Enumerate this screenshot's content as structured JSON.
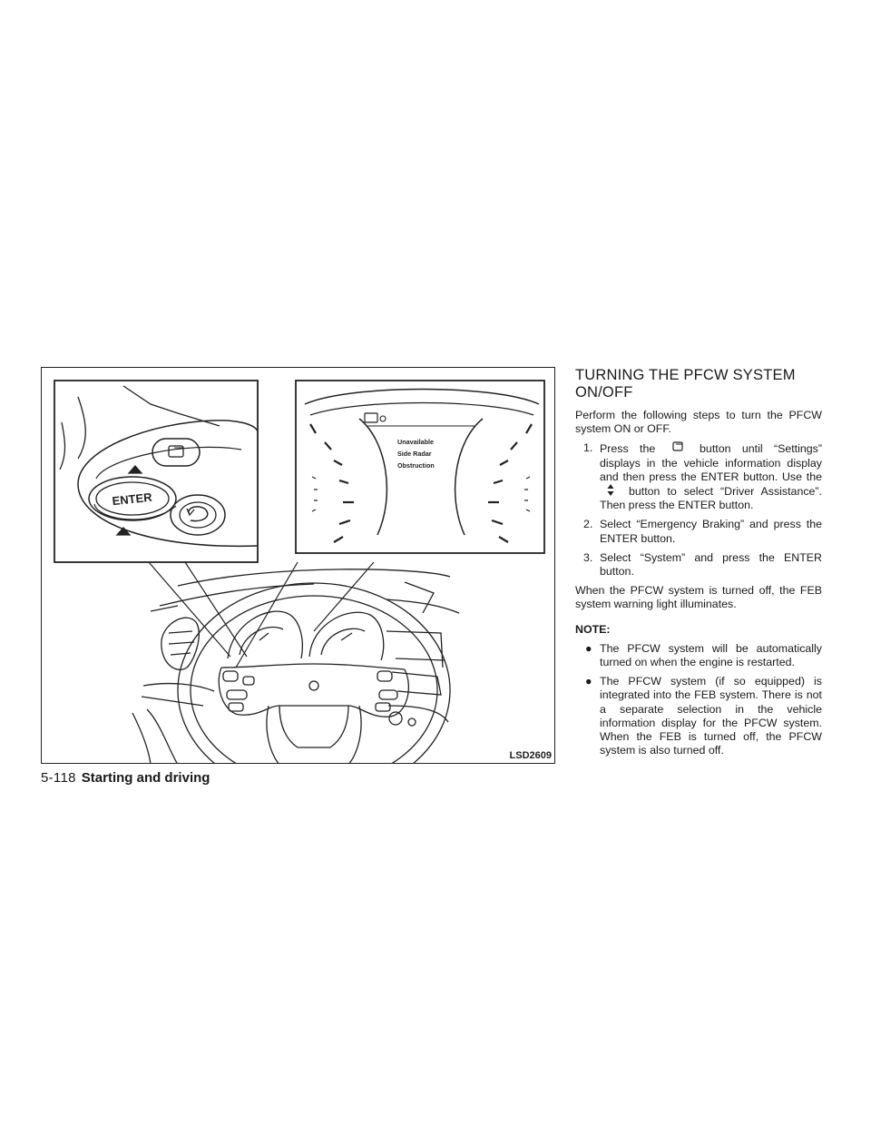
{
  "figure": {
    "code": "LSD2609",
    "inset_left": {
      "enter_label": "ENTER"
    },
    "inset_right": {
      "line1": "Unavailable",
      "line2": "Side Radar",
      "line3": "Obstruction"
    }
  },
  "text": {
    "title_line1": "TURNING THE PFCW SYSTEM",
    "title_line2": "ON/OFF",
    "intro": "Perform the following steps to turn the PFCW system ON or OFF.",
    "step1_num": "1.",
    "step1_pre": "Press the",
    "step1_mid": "button until “Settings” displays in the vehicle information display and then press the ENTER button. Use the",
    "step1_post": "button to select “Driver Assistance”. Then press the ENTER button.",
    "step2_num": "2.",
    "step2": "Select “Emergency Braking” and press the ENTER button.",
    "step3_num": "3.",
    "step3": "Select “System” and press the ENTER button.",
    "after_steps": "When the PFCW system is turned off, the FEB system warning light illuminates.",
    "note_heading": "NOTE:",
    "bullet_symbol": "●",
    "bullet1": "The PFCW system will be automatically turned on when the engine is restarted.",
    "bullet2": "The PFCW system (if so equipped) is integrated into the FEB system. There is not a separate selection in the vehicle information display for the PFCW system. When the FEB is turned off, the PFCW system is also turned off."
  },
  "footer": {
    "page_number": "5-118",
    "section": "Starting and driving"
  },
  "icons": {
    "settings_button": "menu-button-icon",
    "scroll_button": "up-down-arrow-icon"
  }
}
